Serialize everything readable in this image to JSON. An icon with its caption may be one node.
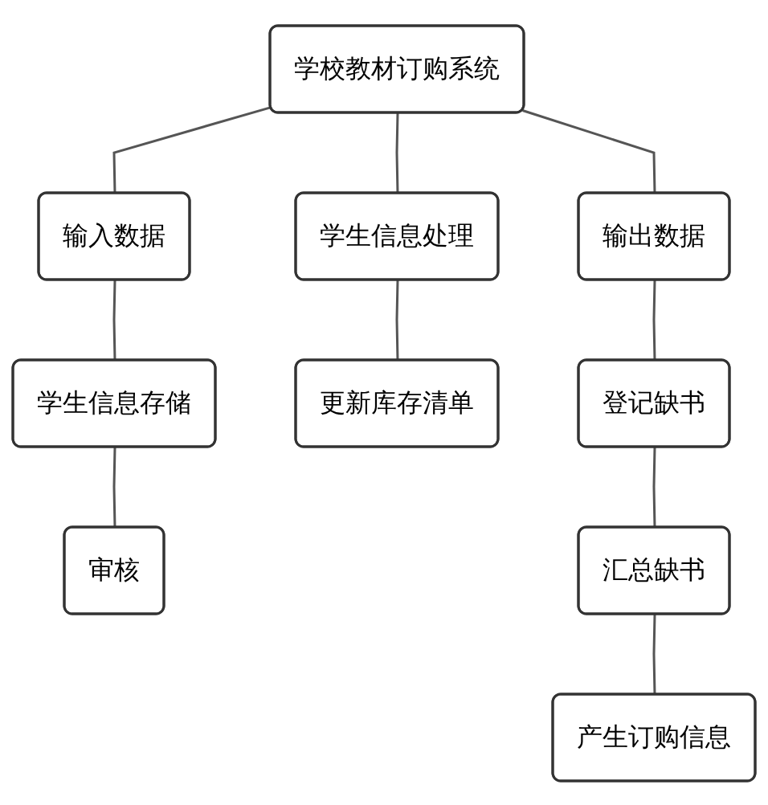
{
  "diagram": {
    "nodes": [
      {
        "text": [
          "学校教材订购系统"
        ]
      },
      {
        "text": [
          "输入数据"
        ]
      },
      {
        "text": [
          "学生信息处理"
        ]
      },
      {
        "text": [
          "输出数据"
        ]
      },
      {
        "text": [
          "学生信息存储"
        ]
      },
      {
        "text": [
          "审核"
        ]
      },
      {
        "text": [
          "更新库存清单"
        ]
      },
      {
        "text": [
          "登记缺书"
        ]
      },
      {
        "text": [
          "汇总缺书"
        ]
      },
      {
        "text": [
          "产生订购信息"
        ]
      }
    ],
    "edges": [
      {
        "from": 0,
        "to": 1,
        "arrow": "none"
      },
      {
        "from": 0,
        "to": 2,
        "arrow": "none"
      },
      {
        "from": 0,
        "to": 3,
        "arrow": "none"
      },
      {
        "from": 1,
        "to": 4,
        "arrow": "none"
      },
      {
        "from": 4,
        "to": 5,
        "arrow": "none"
      },
      {
        "from": 2,
        "to": 6,
        "arrow": "none"
      },
      {
        "from": 3,
        "to": 7,
        "arrow": "none"
      },
      {
        "from": 7,
        "to": 8,
        "arrow": "none"
      },
      {
        "from": 8,
        "to": 9,
        "arrow": "none"
      }
    ]
  }
}
